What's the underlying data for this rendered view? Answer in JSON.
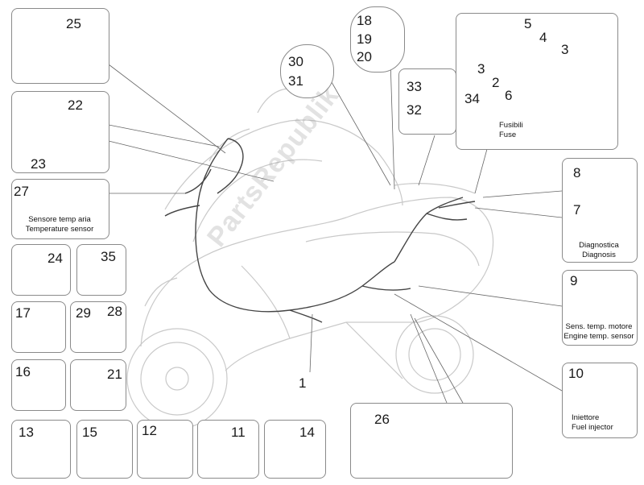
{
  "labels": {
    "n1": "1",
    "n2": "2",
    "n3a": "3",
    "n3b": "3",
    "n4": "4",
    "n5": "5",
    "n6": "6",
    "n7": "7",
    "n8": "8",
    "n9": "9",
    "n10": "10",
    "n11": "11",
    "n12": "12",
    "n13": "13",
    "n14": "14",
    "n15": "15",
    "n16": "16",
    "n17": "17",
    "n18": "18",
    "n19": "19",
    "n20": "20",
    "n21": "21",
    "n22": "22",
    "n23": "23",
    "n24": "24",
    "n25": "25",
    "n26": "26",
    "n27": "27",
    "n28": "28",
    "n29": "29",
    "n30": "30",
    "n31": "31",
    "n32": "32",
    "n33": "33",
    "n34": "34",
    "n35": "35"
  },
  "captions": {
    "air_temp_it": "Sensore temp aria",
    "air_temp_en": "Temperature sensor",
    "fuse_it": "Fusibili",
    "fuse_en": "Fuse",
    "diag_it": "Diagnostica",
    "diag_en": "Diagnosis",
    "engine_temp_it": "Sens. temp. motore",
    "engine_temp_en": "Engine temp. sensor",
    "injector_it": "Iniettore",
    "injector_en": "Fuel injector"
  },
  "watermark": "PartsRepublik",
  "colors": {
    "line": "#555555",
    "frame": "#8a8a8a",
    "ghost": "#c9c9c9"
  }
}
